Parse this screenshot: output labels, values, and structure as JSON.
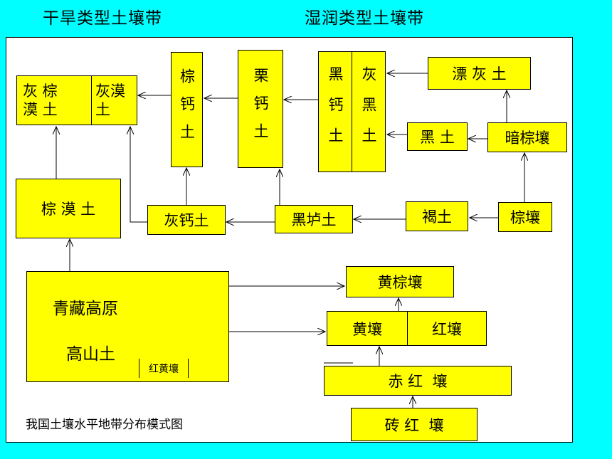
{
  "headers": {
    "arid": "干旱类型土壤带",
    "humid": "湿润类型土壤带"
  },
  "soils": {
    "huimo_zongmo": {
      "left": "灰 棕\n漠 土",
      "right": "灰漠\n土"
    },
    "zonggai": "棕钙土",
    "ligai": "栗钙土",
    "heigai": "黑钙土",
    "huihei": "灰黑土",
    "piaohui": "漂 灰 土",
    "hei": "黑 土",
    "anzong": "暗棕壤",
    "zongmo": "棕 漠 土",
    "huigai": "灰钙土",
    "heilu": "黑垆土",
    "he": "褐土",
    "zongrang": "棕壤",
    "qingzang": "青藏高原",
    "gaoshan": "高山土",
    "honghuang": "红黄壤",
    "huangzong": "黄棕壤",
    "huangrang": "黄壤",
    "hongrang": "红壤",
    "chihong": "赤 红  壤",
    "zhuanhong": "砖 红  壤"
  },
  "caption": "我国土壤水平地带分布模式图"
}
